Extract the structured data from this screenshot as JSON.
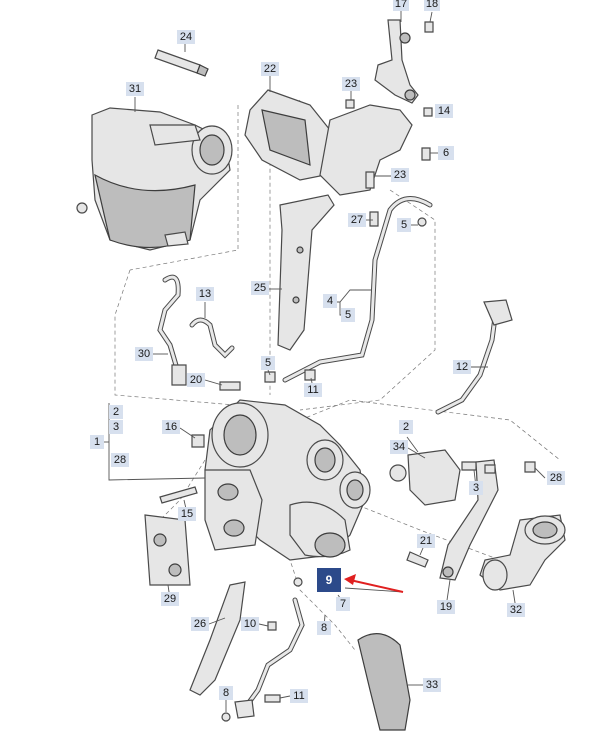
{
  "diagram": {
    "highlight_color": "#2c4a8a",
    "arrow_color": "#e02020",
    "callout_color": "#d7e0ee",
    "highlighted_label": "9",
    "labels": {
      "l17": "17",
      "l18": "18",
      "l24": "24",
      "l22": "22",
      "l23a": "23",
      "l14": "14",
      "l31": "31",
      "l6": "6",
      "l23b": "23",
      "l27": "27",
      "l5a": "5",
      "l25": "25",
      "l4": "4",
      "l5b": "5",
      "l13": "13",
      "l30": "30",
      "l5c": "5",
      "l12": "12",
      "l20": "20",
      "l11a": "11",
      "l2a": "2",
      "l3a": "3",
      "l1": "1",
      "l28a": "28",
      "l16": "16",
      "l2b": "2",
      "l34": "34",
      "l28b": "28",
      "l3b": "3",
      "l15": "15",
      "l21": "21",
      "l29": "29",
      "l9": "9",
      "l7": "7",
      "l19": "19",
      "l32": "32",
      "l26": "26",
      "l10": "10",
      "l8a": "8",
      "l33": "33",
      "l8b": "8",
      "l11b": "11"
    }
  }
}
